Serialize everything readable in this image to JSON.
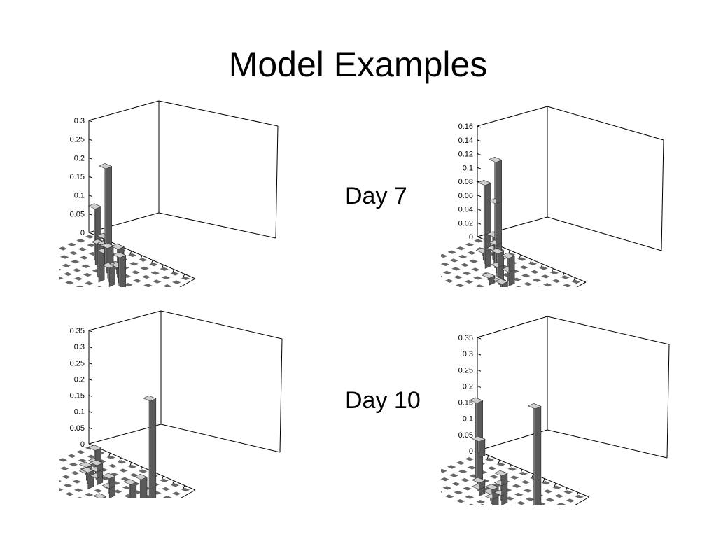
{
  "title": "Model Examples",
  "day_labels": [
    "Day 7",
    "Day 10"
  ],
  "colors": {
    "bar_front": "#7a7a7a",
    "bar_side": "#5a5a5a",
    "bar_top": "#cfcfcf",
    "floor_mark": "#666666",
    "axis": "#000000"
  },
  "chart_data": [
    {
      "type": "bar3d",
      "row": "Day 7",
      "grid": [
        8,
        10
      ],
      "zlim": [
        0,
        0.3
      ],
      "zticks": [
        "0",
        "0.05",
        "0.1",
        "0.15",
        "0.2",
        "0.25",
        "0.3"
      ],
      "bars": [
        {
          "i": 2,
          "j": 3,
          "values": [
            0.02,
            0.02,
            0.02
          ]
        },
        {
          "i": 3,
          "j": 3,
          "values": [
            0.15
          ]
        },
        {
          "i": 3,
          "j": 4,
          "values": [
            0.27
          ]
        },
        {
          "i": 3,
          "j": 5,
          "values": [
            0.02
          ]
        },
        {
          "i": 4,
          "j": 5,
          "values": [
            0.08
          ]
        },
        {
          "i": 4,
          "j": 6,
          "values": [
            0.04,
            0.05
          ]
        },
        {
          "i": 5,
          "j": 5,
          "values": [
            0.1
          ]
        },
        {
          "i": 5,
          "j": 6,
          "values": [
            0.05
          ]
        },
        {
          "i": 5,
          "j": 7,
          "values": [
            0.09
          ]
        }
      ]
    },
    {
      "type": "bar3d",
      "row": "Day 7",
      "grid": [
        8,
        10
      ],
      "zlim": [
        0,
        0.16
      ],
      "zticks": [
        "0",
        "0.02",
        "0.04",
        "0.06",
        "0.08",
        "0.1",
        "0.12",
        "0.14",
        "0.16"
      ],
      "bars": [
        {
          "i": 2,
          "j": 2,
          "values": [
            0.01
          ]
        },
        {
          "i": 2,
          "j": 3,
          "values": [
            0.02,
            0.02
          ]
        },
        {
          "i": 3,
          "j": 3,
          "values": [
            0.12
          ]
        },
        {
          "i": 3,
          "j": 4,
          "values": [
            0.04,
            0.06,
            0.06
          ]
        },
        {
          "i": 4,
          "j": 5,
          "values": [
            0.02,
            0.02
          ]
        },
        {
          "i": 4,
          "j": 6,
          "values": [
            0.02,
            0.02
          ]
        },
        {
          "i": 5,
          "j": 5,
          "values": [
            0.01
          ]
        },
        {
          "i": 5,
          "j": 6,
          "values": [
            0.01
          ]
        },
        {
          "i": 6,
          "j": 7,
          "values": [
            0.02
          ]
        }
      ]
    },
    {
      "type": "bar3d",
      "row": "Day 10",
      "grid": [
        8,
        10
      ],
      "zlim": [
        0,
        0.35
      ],
      "zticks": [
        "0",
        "0.05",
        "0.1",
        "0.15",
        "0.2",
        "0.25",
        "0.3",
        "0.35"
      ],
      "bars": [
        {
          "i": 3,
          "j": 3,
          "values": [
            0.04,
            0.04
          ]
        },
        {
          "i": 4,
          "j": 3,
          "values": [
            0.02,
            0.02
          ]
        },
        {
          "i": 4,
          "j": 4,
          "values": [
            0.02,
            0.02,
            0.02
          ]
        },
        {
          "i": 5,
          "j": 4,
          "values": [
            0.05
          ]
        },
        {
          "i": 5,
          "j": 6,
          "values": [
            0.03,
            0.03
          ]
        },
        {
          "i": 6,
          "j": 6,
          "values": [
            0.01
          ]
        },
        {
          "i": 5,
          "j": 8,
          "values": [
            0.07
          ]
        },
        {
          "i": 5,
          "j": 9,
          "values": [
            0.1
          ]
        },
        {
          "i": 4,
          "j": 9,
          "values": [
            0.33
          ]
        }
      ]
    },
    {
      "type": "bar3d",
      "row": "Day 10",
      "grid": [
        8,
        10
      ],
      "zlim": [
        0,
        0.35
      ],
      "zticks": [
        "0",
        "0.05",
        "0.1",
        "0.15",
        "0.2",
        "0.25",
        "0.3",
        "0.35"
      ],
      "bars": [
        {
          "i": 0,
          "j": 0,
          "values": [
            0.05
          ]
        },
        {
          "i": 4,
          "j": 3,
          "values": [
            0.26
          ]
        },
        {
          "i": 5,
          "j": 4,
          "values": [
            0.02,
            0.02
          ]
        },
        {
          "i": 5,
          "j": 5,
          "values": [
            0.02
          ]
        },
        {
          "i": 5,
          "j": 6,
          "values": [
            0.03,
            0.03,
            0.03
          ]
        },
        {
          "i": 6,
          "j": 6,
          "values": [
            0.03,
            0.03
          ]
        },
        {
          "i": 6,
          "j": 7,
          "values": [
            0.01
          ]
        },
        {
          "i": 7,
          "j": 6,
          "values": [
            0.01
          ]
        },
        {
          "i": 5,
          "j": 9,
          "values": [
            0.34
          ]
        }
      ]
    }
  ]
}
